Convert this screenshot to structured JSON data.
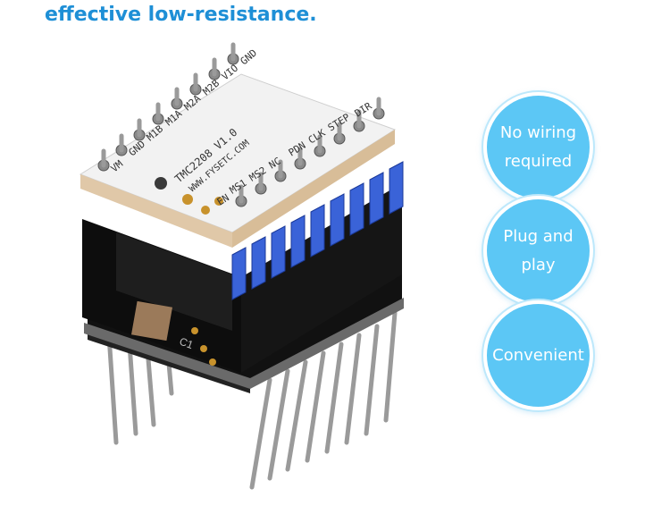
{
  "headline": "effective low-resistance.",
  "board": {
    "left_pins": [
      "GND",
      "VIO",
      "M2B",
      "M2A",
      "M1A",
      "M1B",
      "GND",
      "VM"
    ],
    "right_pins": [
      "DIR",
      "STEP",
      "CLK",
      "PDN",
      "NC",
      "MS2",
      "MS1",
      "EN"
    ],
    "model": "TMC2208 V1.0",
    "website": "WWW.FYSETC.COM",
    "component_label": "C1"
  },
  "features": [
    {
      "line1": "No wiring",
      "line2": "required"
    },
    {
      "line1": "Plug and",
      "line2": "play"
    },
    {
      "line1": "Convenient",
      "line2": ""
    }
  ],
  "colors": {
    "headline": "#1e8fd6",
    "circle": "#5cc7f5",
    "header_blue": "#2f55c8",
    "pcb_white": "#f2f2f2"
  }
}
